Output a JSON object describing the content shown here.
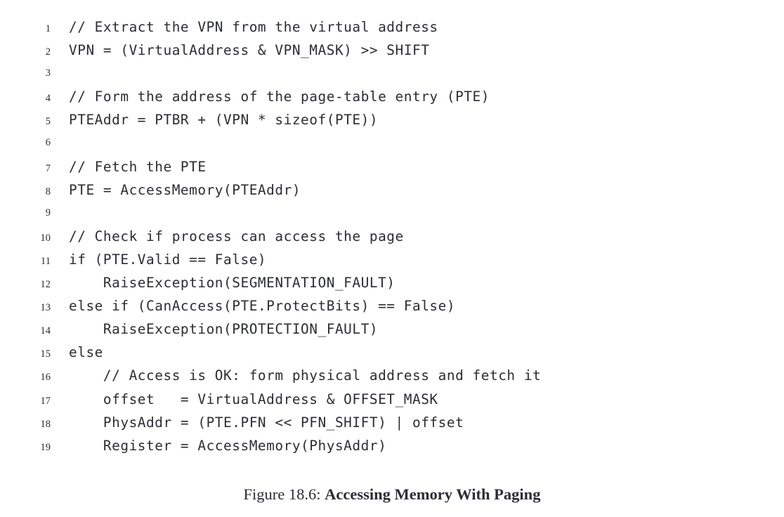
{
  "figure": {
    "caption_label": "Figure 18.6:",
    "caption_title": "Accessing Memory With Paging",
    "background_color": "#ffffff",
    "text_color": "#2b2d33"
  },
  "listing": {
    "language": "pseudocode",
    "first_line_number": 1,
    "last_line_number": 19,
    "lines": [
      {
        "n": "1",
        "text": "// Extract the VPN from the virtual address"
      },
      {
        "n": "2",
        "text": "VPN = (VirtualAddress & VPN_MASK) >> SHIFT"
      },
      {
        "n": "3",
        "text": ""
      },
      {
        "n": "4",
        "text": "// Form the address of the page-table entry (PTE)"
      },
      {
        "n": "5",
        "text": "PTEAddr = PTBR + (VPN * sizeof(PTE))"
      },
      {
        "n": "6",
        "text": ""
      },
      {
        "n": "7",
        "text": "// Fetch the PTE"
      },
      {
        "n": "8",
        "text": "PTE = AccessMemory(PTEAddr)"
      },
      {
        "n": "9",
        "text": ""
      },
      {
        "n": "10",
        "text": "// Check if process can access the page"
      },
      {
        "n": "11",
        "text": "if (PTE.Valid == False)"
      },
      {
        "n": "12",
        "text": "    RaiseException(SEGMENTATION_FAULT)"
      },
      {
        "n": "13",
        "text": "else if (CanAccess(PTE.ProtectBits) == False)"
      },
      {
        "n": "14",
        "text": "    RaiseException(PROTECTION_FAULT)"
      },
      {
        "n": "15",
        "text": "else"
      },
      {
        "n": "16",
        "text": "    // Access is OK: form physical address and fetch it"
      },
      {
        "n": "17",
        "text": "    offset   = VirtualAddress & OFFSET_MASK"
      },
      {
        "n": "18",
        "text": "    PhysAddr = (PTE.PFN << PFN_SHIFT) | offset"
      },
      {
        "n": "19",
        "text": "    Register = AccessMemory(PhysAddr)"
      }
    ]
  }
}
